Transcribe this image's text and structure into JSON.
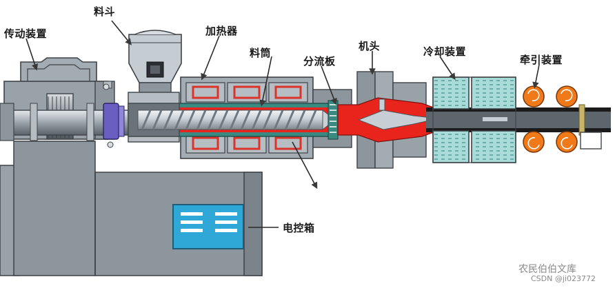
{
  "labels": {
    "transmission": "传动装置",
    "hopper": "料斗",
    "heater": "加热器",
    "barrel": "料筒",
    "breaker_plate": "分流板",
    "die_head": "机头",
    "cooling": "冷却装置",
    "haul_off": "牵引装置",
    "control_box": "电控箱"
  },
  "watermark": {
    "primary": "农民伯伯文库",
    "secondary": "CSDN @ji023772"
  },
  "colors": {
    "machine_gray": "#8e969d",
    "machine_dark": "#5f676e",
    "melt_red": "#e8241c",
    "heater_red": "#d9332a",
    "screw_silver": "#c7ced4",
    "barrel_teal": "#3a8a82",
    "panel_blue": "#2fa8d8",
    "roller_orange": "#f07a1a",
    "water_teal": "#9fd3d0"
  }
}
